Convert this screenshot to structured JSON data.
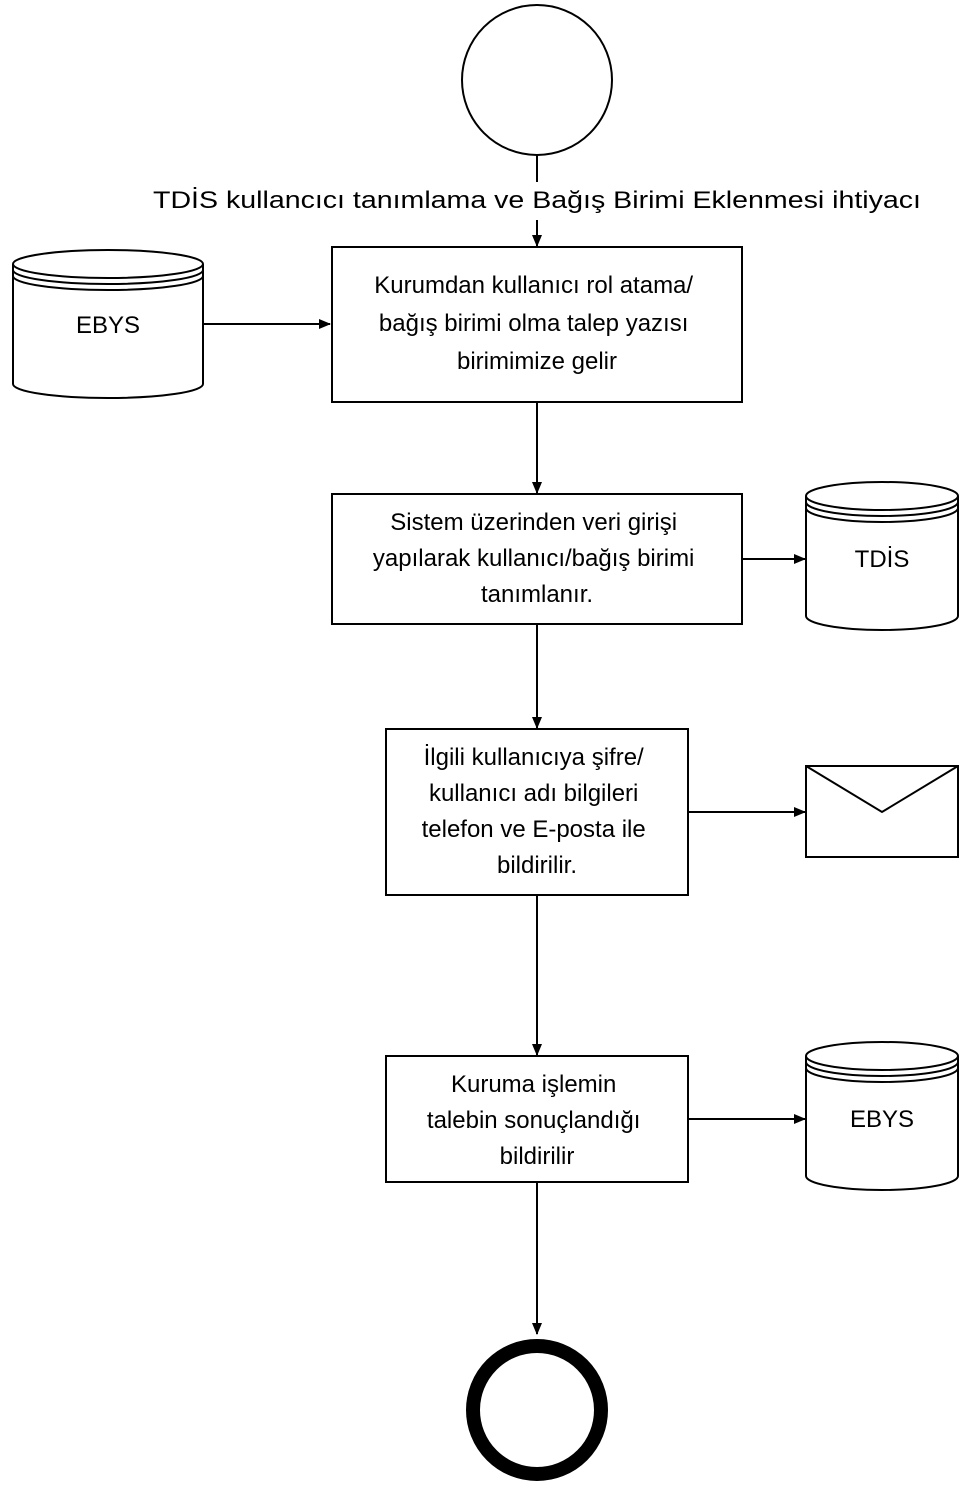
{
  "flow": {
    "trigger_label": "TDİS kullancıcı tanımlama ve Bağış Birimi Eklenmesi ihtiyacı",
    "steps": [
      {
        "lines": [
          "Kurumdan kullanıcı rol atama/",
          "bağış birimi olma talep yazısı",
          "birimimize gelir"
        ]
      },
      {
        "lines": [
          "Sistem üzerinden veri girişi",
          "yapılarak kullanıcı/bağış birimi",
          "tanımlanır."
        ]
      },
      {
        "lines": [
          "İlgili kullanıcıya şifre/",
          "kullanıcı adı bilgileri",
          "telefon ve E-posta ile",
          "bildirilir."
        ]
      },
      {
        "lines": [
          "Kuruma işlemin",
          "talebin sonuçlandığı",
          "bildirilir"
        ]
      }
    ],
    "datastores": [
      {
        "label": "EBYS"
      },
      {
        "label": "TDİS"
      },
      {
        "label": "EBYS"
      }
    ]
  },
  "icons": {
    "start_event": "start-event-circle-icon",
    "end_event": "end-event-circle-icon",
    "mail": "envelope-icon",
    "database": "database-cylinder-icon"
  },
  "colors": {
    "stroke": "#000000",
    "fill": "#ffffff"
  }
}
